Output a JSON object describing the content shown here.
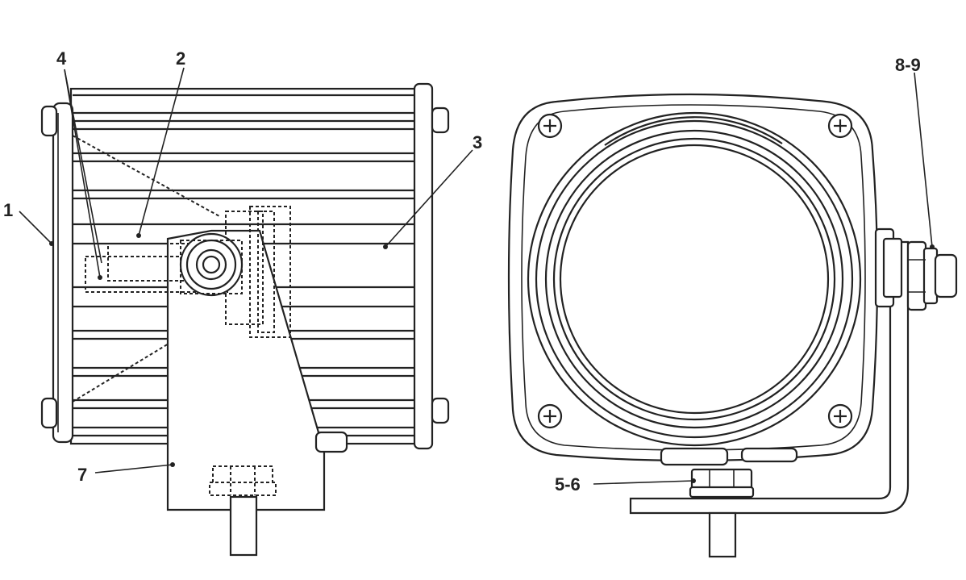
{
  "figure": {
    "left_view": {
      "callouts": [
        {
          "id": "1",
          "label": "1"
        },
        {
          "id": "2",
          "label": "2"
        },
        {
          "id": "3",
          "label": "3"
        },
        {
          "id": "4",
          "label": "4"
        },
        {
          "id": "7",
          "label": "7"
        }
      ]
    },
    "right_view": {
      "callouts": [
        {
          "id": "5-6",
          "label": "5-6"
        },
        {
          "id": "8-9",
          "label": "8-9"
        }
      ]
    }
  }
}
